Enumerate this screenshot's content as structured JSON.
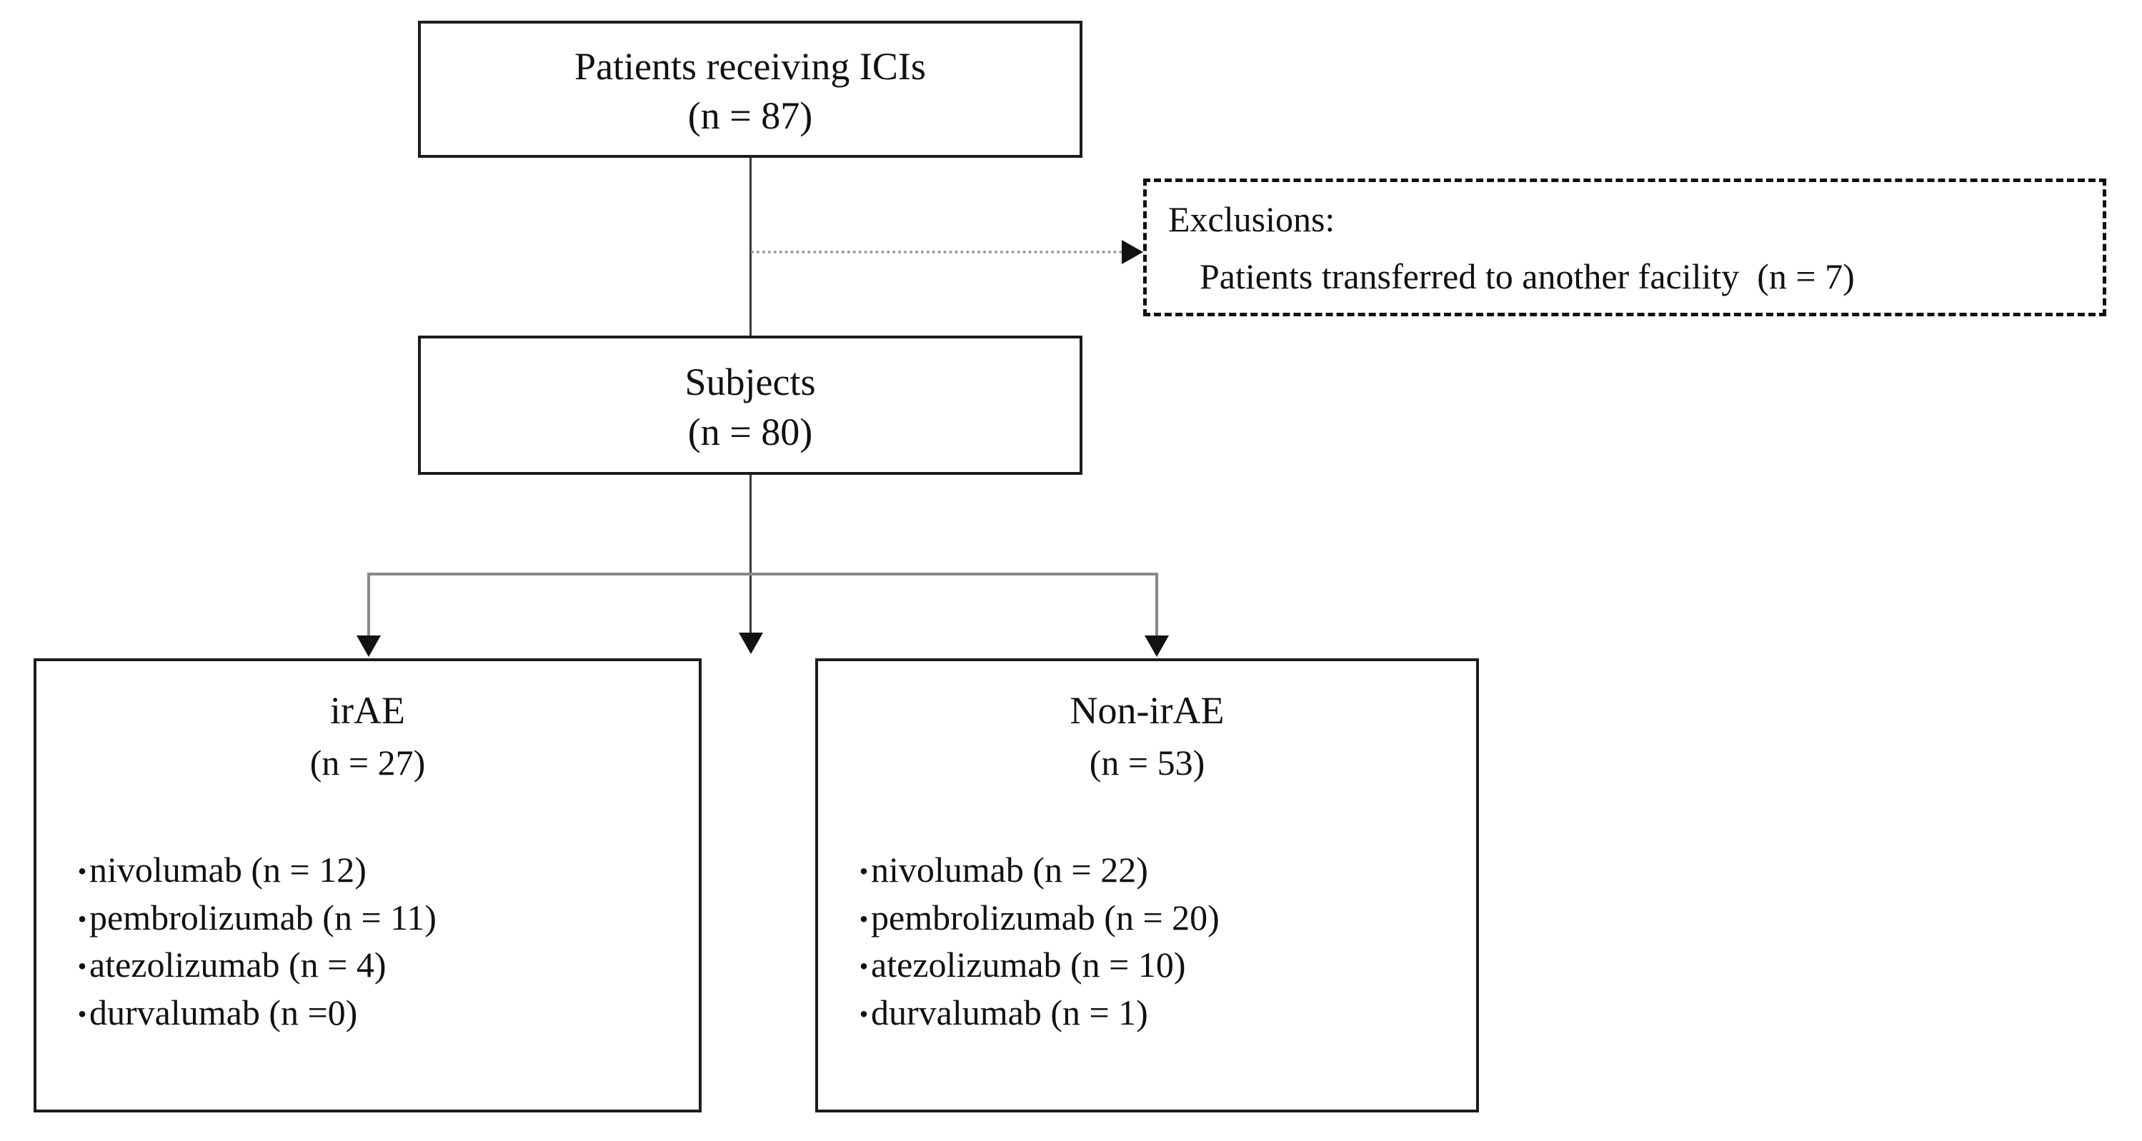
{
  "diagram": {
    "title": "Patient enrollment flow diagram",
    "colors": {
      "box_border": "#1c1c1c",
      "dashed_border": "#111111",
      "connector": "#3a3a3a",
      "connector_light": "#9a9a9a",
      "arrowhead": "#121212",
      "text": "#111111",
      "background": "#ffffff"
    }
  },
  "nodes": {
    "top": {
      "title": "Patients receiving ICIs",
      "count": "(n = 87)"
    },
    "exclusions": {
      "heading": "Exclusions:",
      "item": "Patients transferred to another facility  (n = 7)"
    },
    "subjects": {
      "title": "Subjects",
      "count": "(n = 80)"
    },
    "irae": {
      "title": "irAE",
      "count": "(n = 27)",
      "bullet": "・",
      "drugs": [
        "nivolumab (n = 12)",
        "pembrolizumab (n = 11)",
        "atezolizumab (n = 4)",
        "durvalumab (n =0)"
      ]
    },
    "non_irae": {
      "title": "Non-irAE",
      "count": "(n = 53)",
      "bullet": "・",
      "drugs": [
        "nivolumab (n = 22)",
        "pembrolizumab (n = 20)",
        "atezolizumab (n = 10)",
        "durvalumab (n = 1)"
      ]
    }
  }
}
